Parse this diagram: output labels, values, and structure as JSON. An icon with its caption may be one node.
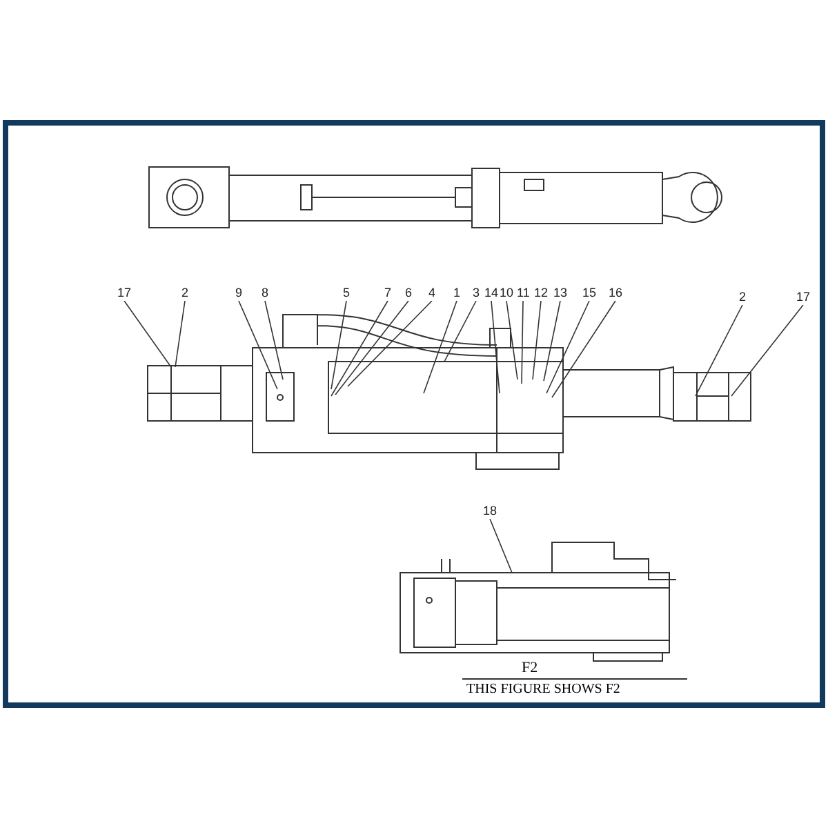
{
  "diagram": {
    "nodes": [
      {
        "text": [
          "17"
        ]
      },
      {
        "text": [
          "2"
        ]
      },
      {
        "text": [
          "9"
        ]
      },
      {
        "text": [
          "8"
        ]
      },
      {
        "text": [
          "5"
        ]
      },
      {
        "text": [
          "7"
        ]
      },
      {
        "text": [
          "6"
        ]
      },
      {
        "text": [
          "4"
        ]
      },
      {
        "text": [
          "1"
        ]
      },
      {
        "text": [
          "3"
        ]
      },
      {
        "text": [
          "14"
        ]
      },
      {
        "text": [
          "10"
        ]
      },
      {
        "text": [
          "11"
        ]
      },
      {
        "text": [
          "12"
        ]
      },
      {
        "text": [
          "13"
        ]
      },
      {
        "text": [
          "15"
        ]
      },
      {
        "text": [
          "16"
        ]
      },
      {
        "text": [
          "2"
        ]
      },
      {
        "text": [
          "17"
        ]
      },
      {
        "text": [
          "18"
        ]
      }
    ],
    "edges": [
      {
        "from": 0,
        "to": null,
        "arrow": "none"
      },
      {
        "from": 1,
        "to": null,
        "arrow": "none"
      },
      {
        "from": 2,
        "to": null,
        "arrow": "none"
      },
      {
        "from": 3,
        "to": null,
        "arrow": "none"
      },
      {
        "from": 4,
        "to": null,
        "arrow": "none"
      },
      {
        "from": 5,
        "to": null,
        "arrow": "none"
      },
      {
        "from": 6,
        "to": null,
        "arrow": "none"
      },
      {
        "from": 7,
        "to": null,
        "arrow": "none"
      },
      {
        "from": 8,
        "to": null,
        "arrow": "none"
      },
      {
        "from": 9,
        "to": null,
        "arrow": "none"
      },
      {
        "from": 10,
        "to": null,
        "arrow": "none"
      },
      {
        "from": 11,
        "to": null,
        "arrow": "none"
      },
      {
        "from": 12,
        "to": null,
        "arrow": "none"
      },
      {
        "from": 13,
        "to": null,
        "arrow": "none"
      },
      {
        "from": 14,
        "to": null,
        "arrow": "none"
      },
      {
        "from": 15,
        "to": null,
        "arrow": "none"
      },
      {
        "from": 16,
        "to": null,
        "arrow": "none"
      },
      {
        "from": 17,
        "to": null,
        "arrow": "none"
      },
      {
        "from": 18,
        "to": null,
        "arrow": "none"
      },
      {
        "from": 19,
        "to": null,
        "arrow": "none"
      }
    ],
    "labels": [
      "F2",
      "THIS FIGURE SHOWS F2"
    ]
  }
}
